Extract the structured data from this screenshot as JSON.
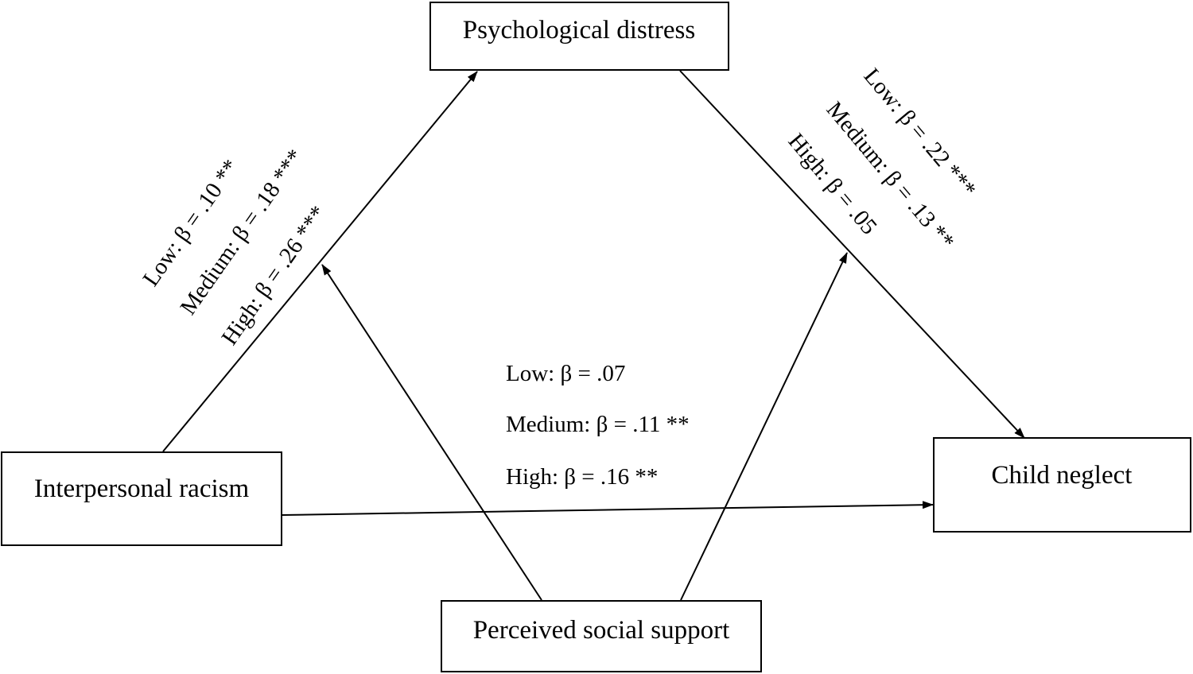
{
  "nodes": {
    "psychological_distress": "Psychological distress",
    "interpersonal_racism": "Interpersonal racism",
    "child_neglect": "Child neglect",
    "perceived_social_support": "Perceived social support"
  },
  "paths": {
    "racism_to_distress": {
      "low": "Low: β = .10 **",
      "medium": "Medium: β = .18 ***",
      "high": "High: β = .26 ***"
    },
    "distress_to_neglect": {
      "low": "Low: β = .22 ***",
      "medium": "Medium: β = .13 **",
      "high": "High: β = .05"
    },
    "racism_to_neglect": {
      "low": "Low: β = .07",
      "medium": "Medium: β = .11 **",
      "high": "High: β = .16 **"
    }
  },
  "colors": {
    "stroke": "#000000",
    "background": "#ffffff"
  }
}
